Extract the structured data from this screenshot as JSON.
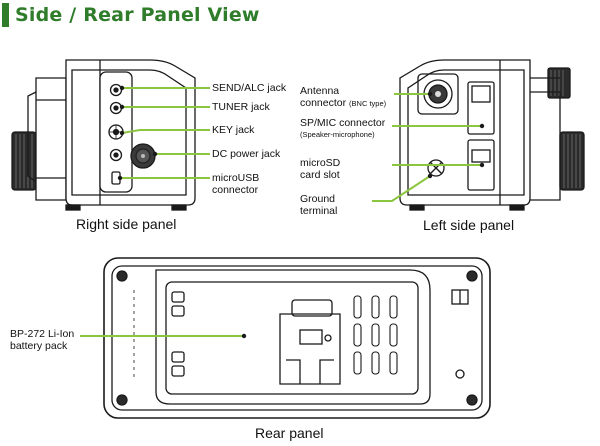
{
  "heading": "Side / Rear Panel View",
  "colors": {
    "accent": "#2f7d2a",
    "leader": "#8cc63f",
    "outline": "#1a1a1a"
  },
  "right_panel": {
    "caption": "Right side panel",
    "callouts": [
      {
        "label": "SEND/ALC jack"
      },
      {
        "label": "TUNER jack"
      },
      {
        "label": "KEY jack"
      },
      {
        "label": "DC power jack"
      },
      {
        "label": "microUSB",
        "label2": "connector"
      }
    ]
  },
  "left_panel": {
    "caption": "Left side panel",
    "callouts": [
      {
        "label": "Antenna",
        "label2": "connector",
        "note": "(BNC type)"
      },
      {
        "label": "SP/MIC connector",
        "note": "(Speaker-microphone)"
      },
      {
        "label": "microSD",
        "label2": "card slot"
      },
      {
        "label": "Ground",
        "label2": "terminal"
      }
    ]
  },
  "rear_panel": {
    "caption": "Rear panel",
    "callouts": [
      {
        "label": "BP-272 Li-Ion",
        "label2": "battery pack"
      }
    ]
  }
}
